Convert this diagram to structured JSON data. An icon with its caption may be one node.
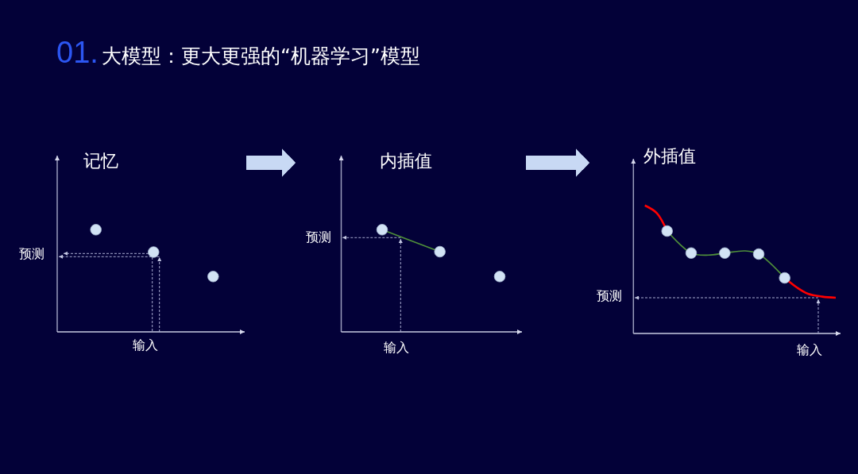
{
  "diagram": {
    "title": "大模型：更大更强的“机器学习”模型",
    "nodes": [
      {
        "text": [
          "记忆",
          "预测",
          "输入"
        ]
      },
      {
        "text": [
          "内插值",
          "预测",
          "输入"
        ]
      },
      {
        "text": [
          "外插值",
          "预测",
          "输入"
        ]
      }
    ],
    "edges": [
      {
        "from": 0,
        "to": 1,
        "arrow": "to"
      },
      {
        "from": 1,
        "to": 2,
        "arrow": "to"
      }
    ],
    "labels": [
      "01."
    ]
  }
}
